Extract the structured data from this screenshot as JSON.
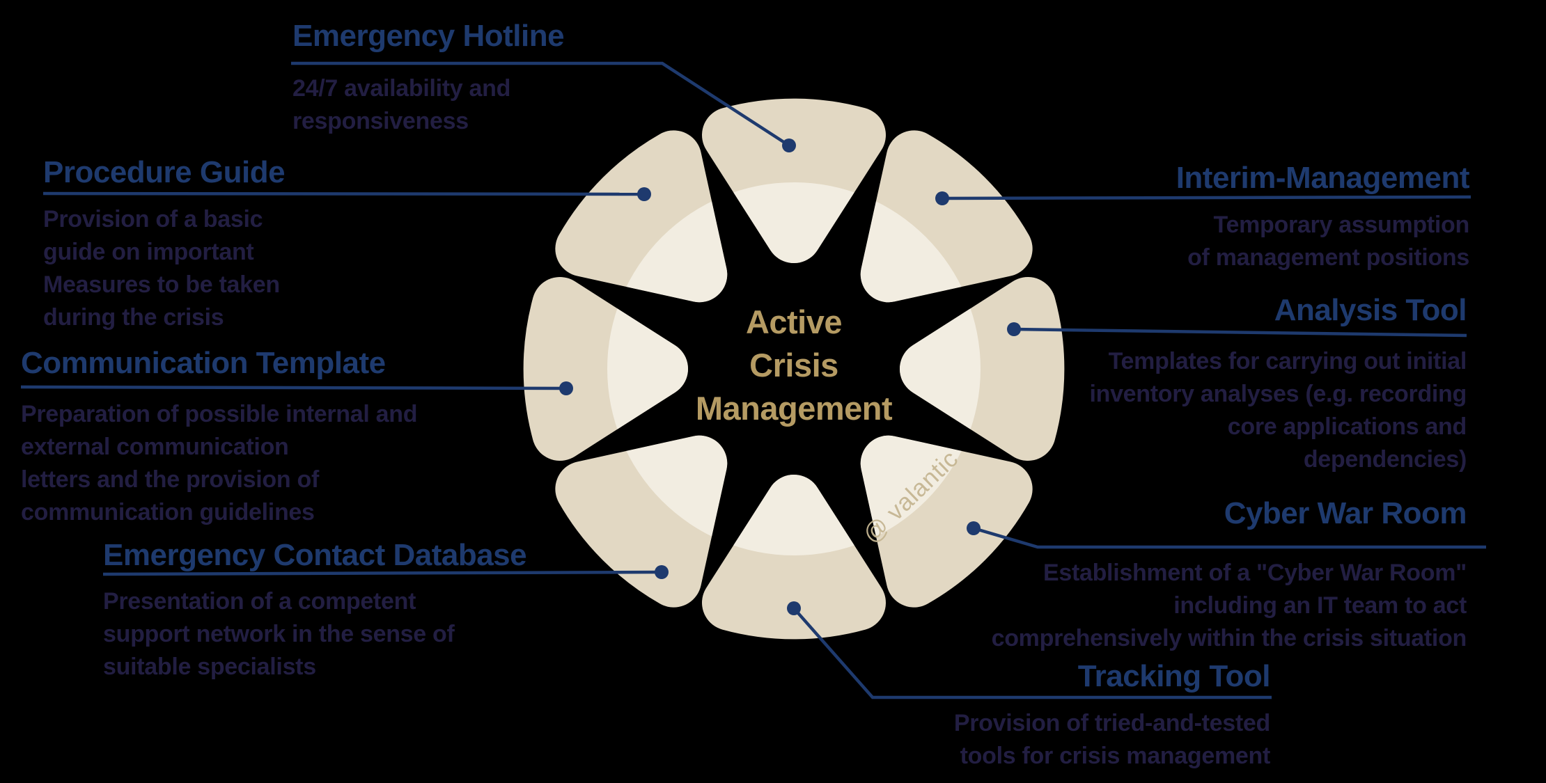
{
  "colors": {
    "bg": "#000000",
    "heading_blue": "#1E3A6E",
    "body_navy": "#221E42",
    "line_blue": "#1E3A6E",
    "petal_beige": "#E2D8C3",
    "petal_cream": "#F2EDE1",
    "center_gold": "#B59B63",
    "watermark_tan": "#C5B692"
  },
  "center": {
    "title": "Active\nCrisis\nManagement"
  },
  "watermark": "@ valantic",
  "labels": {
    "emergency_hotline": {
      "title": "Emergency Hotline",
      "body": "24/7 availability and\nresponsiveness"
    },
    "procedure_guide": {
      "title": "Procedure Guide",
      "body": "Provision of a basic\nguide on important\nMeasures to be taken\nduring the crisis"
    },
    "communication_template": {
      "title": "Communication Template",
      "body": "Preparation of possible internal and\nexternal communication\nletters and the provision of\ncommunication guidelines"
    },
    "emergency_contact_database": {
      "title": "Emergency Contact Database",
      "body": "Presentation of a competent\nsupport network in the sense of\nsuitable specialists"
    },
    "interim_management": {
      "title": "Interim-Management",
      "body": "Temporary assumption\nof management positions"
    },
    "analysis_tool": {
      "title": "Analysis Tool",
      "body": "Templates for carrying out initial\ninventory analyses (e.g. recording\ncore applications and\ndependencies)"
    },
    "cyber_war_room": {
      "title": "Cyber War Room",
      "body": "Establishment of a \"Cyber War Room\"\nincluding an IT team to act\ncomprehensively within the crisis situation"
    },
    "tracking_tool": {
      "title": "Tracking Tool",
      "body": "Provision of tried-and-tested\ntools for crisis management"
    }
  }
}
